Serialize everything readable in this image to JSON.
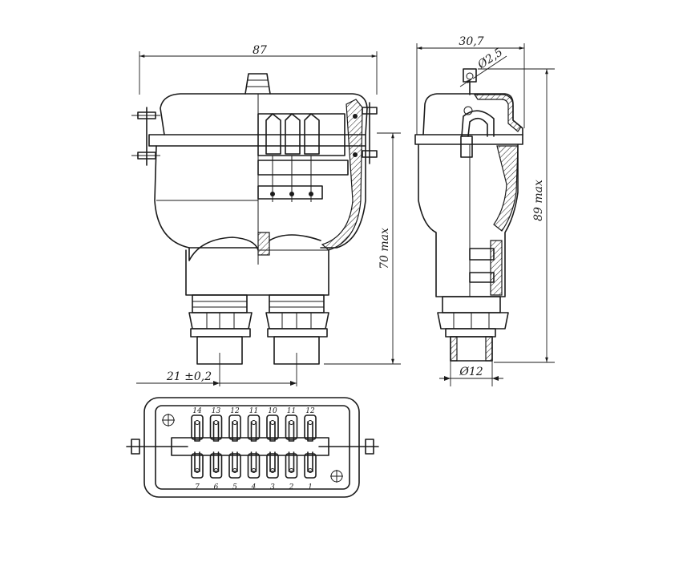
{
  "dimensions": {
    "overall_width": "87",
    "side_depth": "30,7",
    "hole_diameter": "Ø2,5",
    "front_height": "70 max",
    "side_height": "89 max",
    "pitch": "21 ±0,2",
    "sleeve_diameter": "Ø12"
  },
  "pins_top": [
    "14",
    "13",
    "12",
    "11",
    "10",
    "11",
    "12"
  ],
  "pins_bottom": [
    "7",
    "6",
    "5",
    "4",
    "3",
    "2",
    "1"
  ]
}
